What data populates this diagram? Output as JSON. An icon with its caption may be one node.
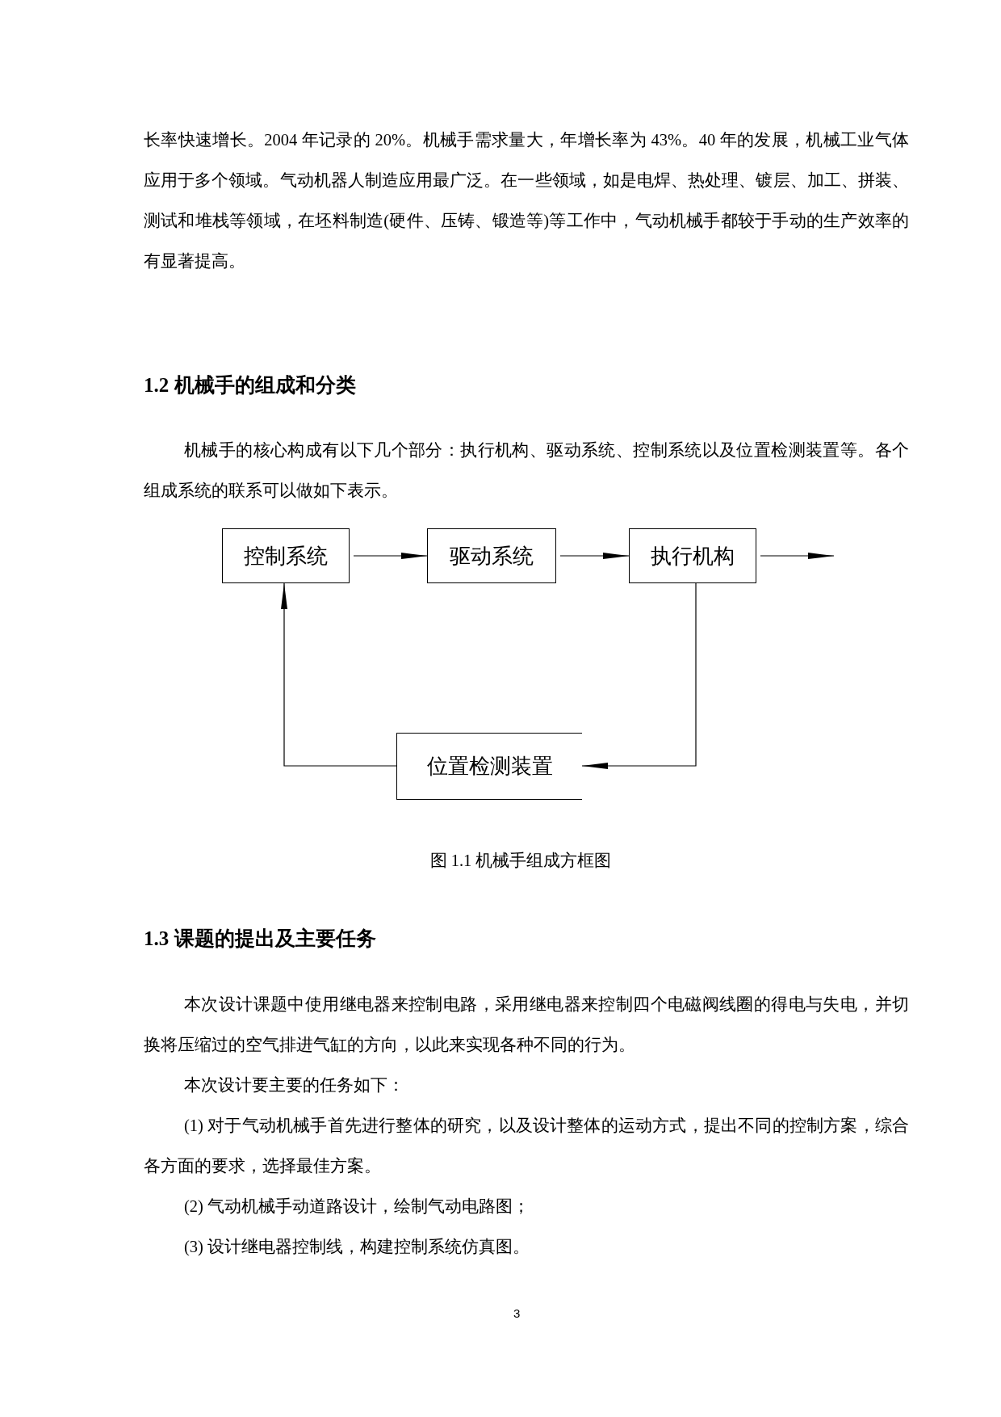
{
  "diagram": {
    "caption": "图 1.1 机械手组成方框图",
    "nodes": [
      {
        "text": [
          "控制系统"
        ]
      },
      {
        "text": [
          "驱动系统"
        ]
      },
      {
        "text": [
          "执行机构"
        ]
      },
      {
        "text": [
          "位置检测装置"
        ]
      }
    ],
    "edges": [
      {
        "from": 0,
        "to": 1,
        "arrow": "to"
      },
      {
        "from": 1,
        "to": 2,
        "arrow": "to"
      },
      {
        "from": 2,
        "to": null,
        "arrow": "to"
      },
      {
        "from": 2,
        "to": 3,
        "arrow": "to"
      },
      {
        "from": 3,
        "to": 0,
        "arrow": "to"
      }
    ],
    "labels": [
      "长率快速增长。2004 年记录的 20%。机械手需求量大，年增长率为 43%。40 年的发展，机械工业气体应用于多个领域。气动机器人制造应用最广泛。在一些领域，如是电焊、热处理、镀层、加工、拼装、测试和堆栈等领域，在坯料制造(硬件、压铸、锻造等)等工作中，气动机械手都较于手动的生产效率的有显著提高。",
      "1.2 机械手的组成和分类",
      "机械手的核心构成有以下几个部分：执行机构、驱动系统、控制系统以及位置检测装置等。各个组成系统的联系可以做如下表示。",
      "1.3 课题的提出及主要任务",
      "本次设计课题中使用继电器来控制电路，采用继电器来控制四个电磁阀线圈的得电与失电，并切换将压缩过的空气排进气缸的方向，以此来实现各种不同的行为。",
      "本次设计要主要的任务如下：",
      "(1) 对于气动机械手首先进行整体的研究，以及设计整体的运动方式，提出不同的控制方案，综合各方面的要求，选择最佳方案。",
      "(2) 气动机械手动道路设计，绘制气动电路图；",
      "(3) 设计继电器控制线，构建控制系统仿真图。",
      "3"
    ]
  }
}
